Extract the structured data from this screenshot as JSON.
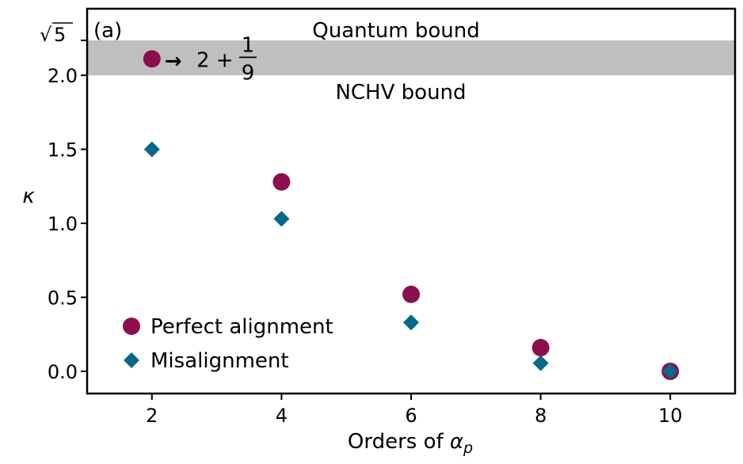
{
  "chart_data": {
    "type": "scatter",
    "panel_label": "(a)",
    "xlabel_prefix": "Orders of ",
    "xlabel_symbol": "α",
    "xlabel_sub": "p",
    "ylabel": "κ",
    "xlim": [
      1,
      11
    ],
    "ylim": [
      -0.15,
      2.45
    ],
    "x_ticks": [
      2,
      4,
      6,
      8,
      10
    ],
    "y_ticks": [
      0.0,
      0.5,
      1.0,
      1.5,
      2.0
    ],
    "y_tick_labels": [
      "0.0",
      "0.5",
      "1.0",
      "1.5",
      "2.0"
    ],
    "extra_y_tick": {
      "value": 2.236,
      "radical": "√",
      "radicand": "5"
    },
    "band": {
      "y_low": 2.0,
      "y_high": 2.236,
      "color": "#bfbfbf"
    },
    "band_labels": {
      "upper": "Quantum bound",
      "lower": "NCHV bound"
    },
    "limit_annotation": {
      "x": 2,
      "y": 2.111,
      "arrow": "→",
      "whole": "2 +",
      "numerator": "1",
      "denominator": "9"
    },
    "series": [
      {
        "name": "Perfect alignment",
        "marker": "circle",
        "color": "#8b0f4f",
        "x": [
          2,
          4,
          6,
          8,
          10
        ],
        "y": [
          2.111,
          1.28,
          0.52,
          0.16,
          0.0
        ]
      },
      {
        "name": "Misalignment",
        "marker": "diamond",
        "color": "#07688a",
        "x": [
          2,
          4,
          6,
          8,
          10
        ],
        "y": [
          1.5,
          1.03,
          0.33,
          0.055,
          0.0
        ]
      }
    ],
    "legend_position": "lower-left"
  }
}
